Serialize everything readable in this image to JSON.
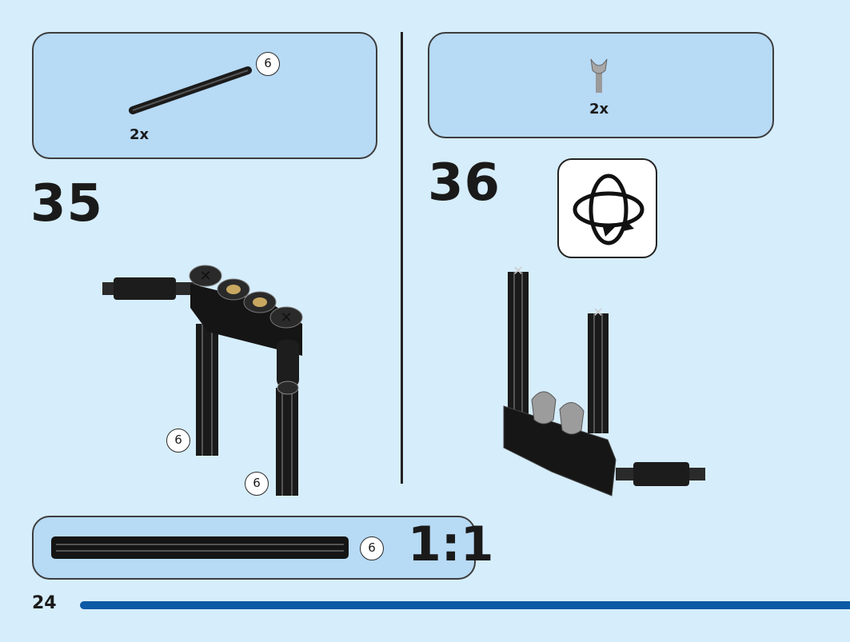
{
  "step35": {
    "number": "35",
    "parts": {
      "quantity": "2x",
      "part_length": "6"
    },
    "callouts": [
      "6",
      "6"
    ]
  },
  "step36": {
    "number": "36",
    "parts": {
      "quantity": "2x"
    },
    "rotate_icon": "rotate-model-icon"
  },
  "scale_box": {
    "part_length": "6",
    "label": "1:1"
  },
  "page": {
    "number": "24"
  },
  "colors": {
    "background": "#d6edfb",
    "box": "#b7daf5",
    "accent_bar": "#0a5aa5"
  }
}
